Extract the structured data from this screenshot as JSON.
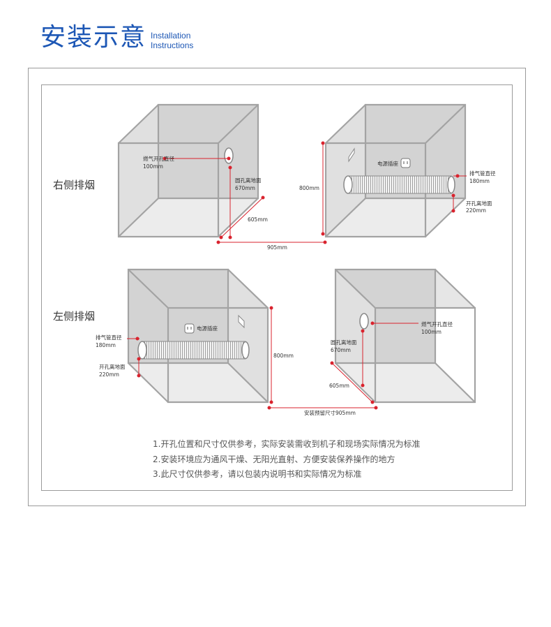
{
  "header": {
    "title_cn": "安装示意",
    "title_en_1": "Installation",
    "title_en_2": "Instructions"
  },
  "sections": {
    "right": "右侧排烟",
    "left": "左侧排烟"
  },
  "labels": {
    "gas_hole_dia": "燃气开孔直径",
    "gas_hole_size": "100mm",
    "hole_height": "圆孔离地面",
    "hole_height_size": "670mm",
    "depth": "605mm",
    "width": "905mm",
    "height": "800mm",
    "socket": "电源插座",
    "exhaust_dia": "排气管直径",
    "exhaust_size": "180mm",
    "opening_height": "开孔离地面",
    "opening_height_size": "220mm",
    "reserved_width": "安装预留尺寸905mm"
  },
  "notes": [
    "1.开孔位置和尺寸仅供参考，实际安装需收到机子和现场实际情况为标准",
    "2.安装环境应为通风干燥、无阳光直射、方便安装保养操作的地方",
    "3.此尺寸仅供参考，请以包装内说明书和实际情况为标准"
  ]
}
